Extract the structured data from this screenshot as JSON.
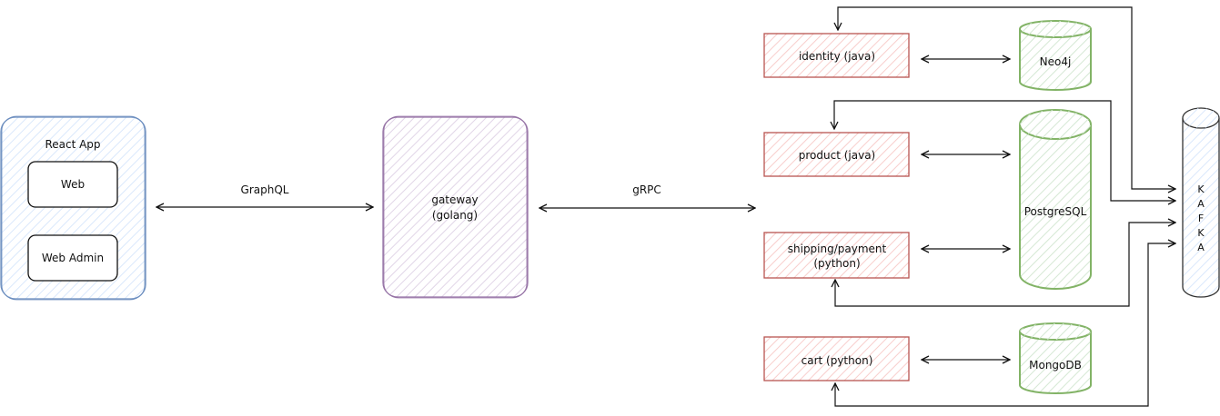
{
  "client": {
    "title": "React App",
    "web": "Web",
    "web_admin": "Web Admin"
  },
  "links": {
    "graphql": "GraphQL",
    "grpc": "gRPC"
  },
  "gateway": {
    "line1": "gateway",
    "line2": "(golang)"
  },
  "services": {
    "identity": "identity (java)",
    "product": "product (java)",
    "shipping_line1": "shipping/payment",
    "shipping_line2": "(python)",
    "cart": "cart (python)"
  },
  "databases": {
    "neo4j": "Neo4j",
    "postgres": "PostgreSQL",
    "mongo": "MongoDB"
  },
  "broker": {
    "letters": [
      "K",
      "A",
      "F",
      "K",
      "A"
    ]
  },
  "colors": {
    "client_stroke": "#6c8ebf",
    "client_hatch": "#dae8fc",
    "gateway_stroke": "#9673a6",
    "gateway_hatch": "#e1d5e7",
    "service_stroke": "#b85450",
    "service_hatch": "#f8cecc",
    "db_stroke": "#82b366",
    "db_hatch": "#d5e8d4",
    "broker_stroke": "#333333",
    "broker_hatch": "#dae8fc",
    "line": "#111111"
  }
}
